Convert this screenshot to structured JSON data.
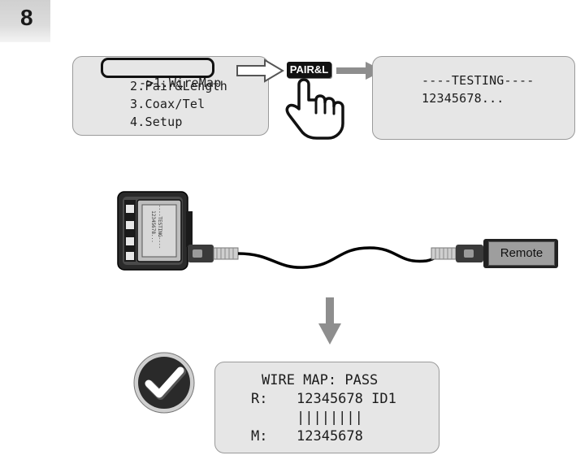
{
  "step": {
    "number": "8"
  },
  "menu": {
    "items": [
      {
        "prefix": "->",
        "label": "1.WireMap",
        "selected": true
      },
      {
        "prefix": "",
        "label": "2.Pair&Length",
        "selected": false
      },
      {
        "prefix": "",
        "label": "3.Coax/Tel",
        "selected": false
      },
      {
        "prefix": "",
        "label": "4.Setup",
        "selected": false
      }
    ]
  },
  "button": {
    "label": "PAIR&L"
  },
  "testing_screen": {
    "line1": "----TESTING----",
    "line2": "12345678..."
  },
  "device_screen": {
    "line1": "----TESTING----",
    "line2": "12345678..."
  },
  "remote": {
    "label": "Remote"
  },
  "result_screen": {
    "line1": "WIRE MAP: PASS",
    "line2_label": "R:",
    "line2_value": "12345678 ID1",
    "line3": "||||||||",
    "line4_label": "M:",
    "line4_value": "12345678"
  },
  "colors": {
    "lcd_bg": "#e6e6e6",
    "arrow_gray": "#8e8e8e",
    "button_bg": "#111111",
    "check_bg": "#2a2a2a"
  }
}
